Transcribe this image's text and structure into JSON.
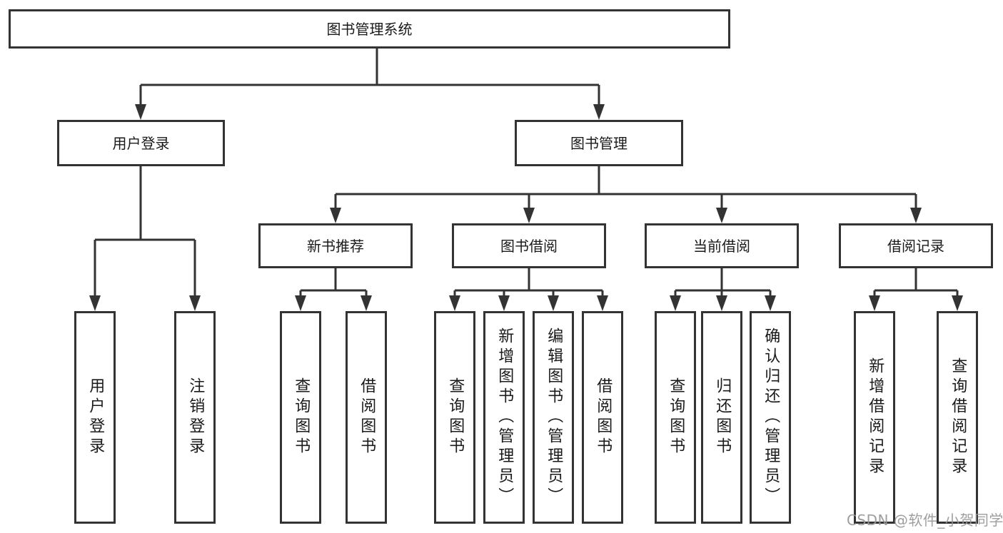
{
  "colors": {
    "line": "#333333",
    "box_border": "#333333",
    "text": "#1a1a1a",
    "watermark": "#969696",
    "background": "#ffffff"
  },
  "tree": {
    "root": {
      "label": "图书管理系统"
    },
    "level2": [
      {
        "label": "用户登录",
        "children": [
          "用户登录",
          "注销登录"
        ]
      },
      {
        "label": "图书管理",
        "children": [
          {
            "label": "新书推荐",
            "children": [
              "查询图书",
              "借阅图书"
            ]
          },
          {
            "label": "图书借阅",
            "children": [
              "查询图书",
              "新增图书（管理员）",
              "编辑图书（管理员）",
              "借阅图书"
            ]
          },
          {
            "label": "当前借阅",
            "children": [
              "查询图书",
              "归还图书",
              "确认归还（管理员）"
            ]
          },
          {
            "label": "借阅记录",
            "children": [
              "新增借阅记录",
              "查询借阅记录"
            ]
          }
        ]
      }
    ]
  },
  "watermark": {
    "text": "CSDN @软件_小贺同学"
  }
}
